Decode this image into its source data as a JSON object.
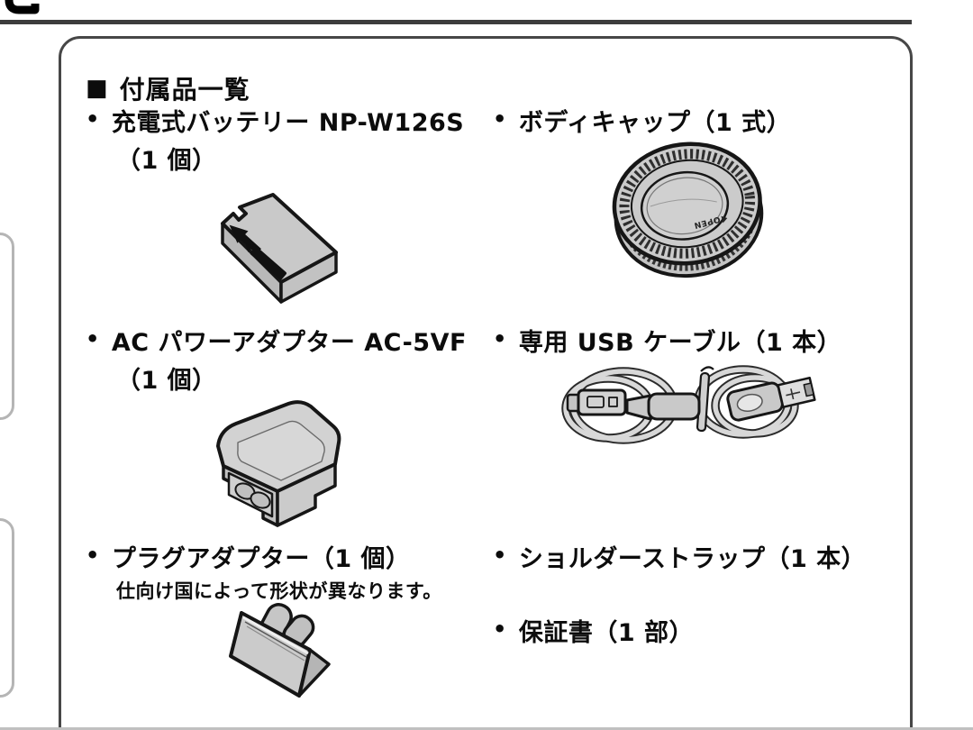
{
  "page": {
    "bullet": "•"
  },
  "section": {
    "marker": "■",
    "title": "付属品一覧"
  },
  "accessories": [
    {
      "id": "battery",
      "line1": "充電式バッテリー NP-W126S",
      "line2": "（1 個）"
    },
    {
      "id": "body-cap",
      "line1": "ボディキャップ（1 式）",
      "cap_text": "OPEN"
    },
    {
      "id": "ac-adapter",
      "line1": "AC パワーアダプター AC-5VF",
      "line2": "（1 個）"
    },
    {
      "id": "usb-cable",
      "line1": "専用 USB ケーブル（1 本）"
    },
    {
      "id": "plug-adapter",
      "line1": "プラグアダプター（1 個）",
      "note": "仕向け国によって形状が異なります。"
    },
    {
      "id": "shoulder-strap",
      "line1": "ショルダーストラップ（1 本）"
    },
    {
      "id": "warranty",
      "line1": "保証書（1 部）"
    }
  ],
  "colors": {
    "rule": "#3d3d3d",
    "box_border": "#474747",
    "tab_border": "#b5b5b5",
    "illustration_fill": "#c9c9c9",
    "illustration_outline": "#161616",
    "text": "#0c0c0c"
  }
}
